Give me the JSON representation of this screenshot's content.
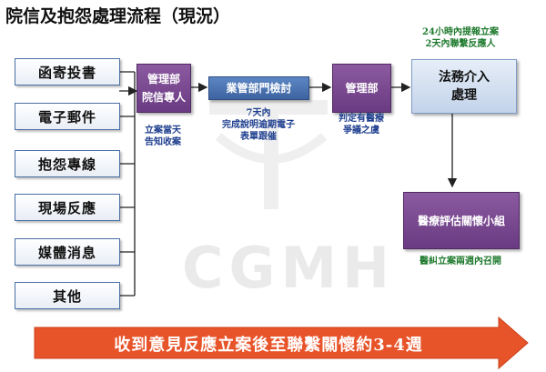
{
  "title": "院信及抱怨處理流程（現況）",
  "watermark": "CGMH",
  "sources": [
    "函寄投書",
    "電子郵件",
    "抱怨專線",
    "現場反應",
    "媒體消息",
    "其他"
  ],
  "boxes": {
    "mgmt_dept_line1": "管理部",
    "mgmt_dept_line2": "院信專人",
    "business_dept": "業管部門檢討",
    "mgmt_dept_2": "管理部",
    "legal_line1": "法務介入",
    "legal_line2": "處理",
    "medical_eval": "醫療評估關懷小組"
  },
  "notes": {
    "same_day_line1": "立案當天",
    "same_day_line2": "告知收案",
    "seven_days_line1": "7天內",
    "seven_days_line2": "完成說明逾期電子",
    "seven_days_line3": "表單跟催",
    "dispute_line1": "判定有醫療",
    "dispute_line2": "爭議之虞",
    "legal_time_line1": "24小時內提報立案",
    "legal_time_line2": "2天內聯繫反應人",
    "medical_time": "醫糾立案兩週內召開"
  },
  "banner": "收到意見反應立案後至聯繫關懷約3-4週",
  "colors": {
    "purple": "#6a3a82",
    "blue": "#3d63a0",
    "banner": "#e8542a",
    "note_blue": "#1f3f8f",
    "note_green": "#1f7a2e"
  }
}
